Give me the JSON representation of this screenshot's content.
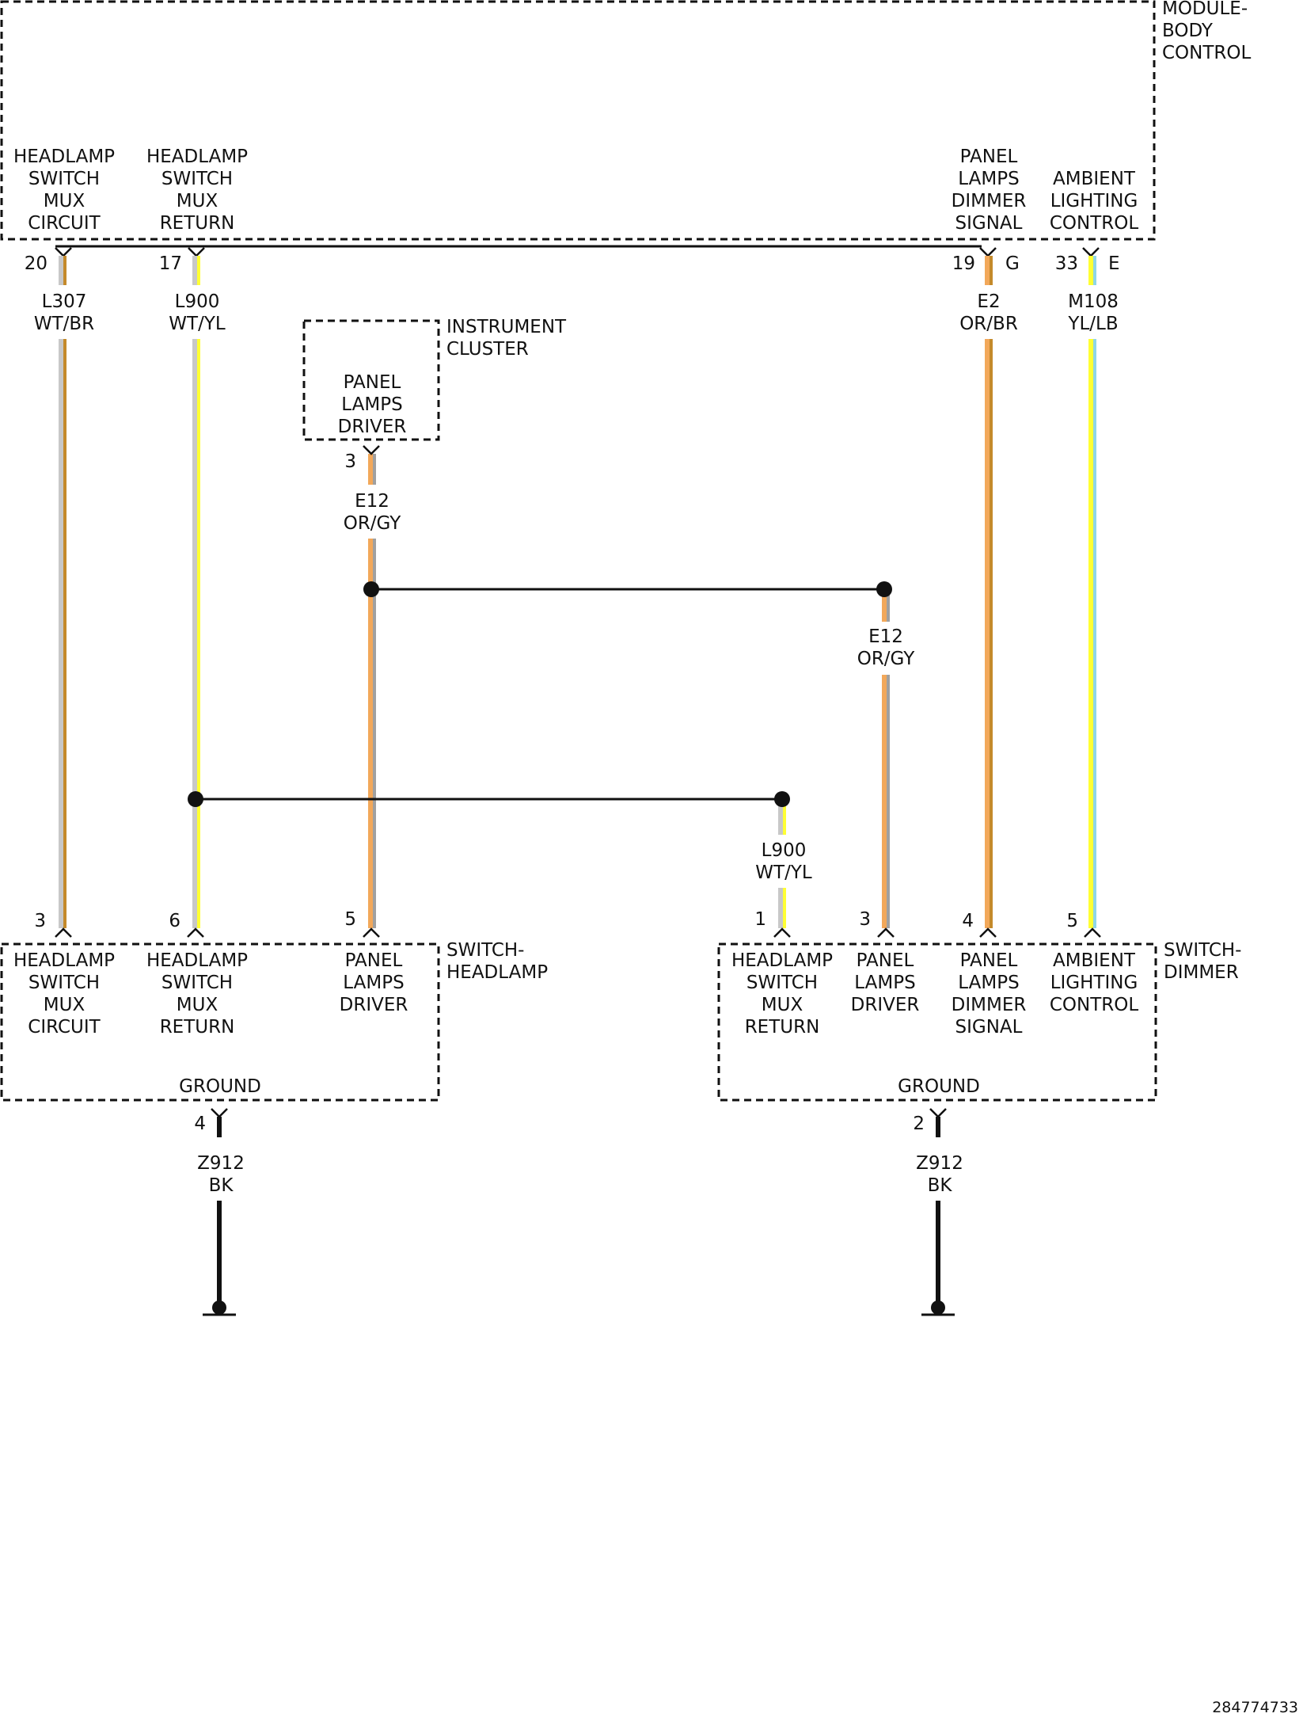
{
  "colors": {
    "wt": "#c8c8c8",
    "br": "#c48a2b",
    "yl": "#ffff33",
    "or": "#f2a85a",
    "gy": "#a0a0a0",
    "lb": "#8fd6e6",
    "bk": "#111111"
  },
  "bcm": {
    "title": [
      "MODULE-",
      "BODY",
      "CONTROL"
    ],
    "labels": {
      "hs_mux_circuit": [
        "HEADLAMP",
        "SWITCH",
        "MUX",
        "CIRCUIT"
      ],
      "hs_mux_return": [
        "HEADLAMP",
        "SWITCH",
        "MUX",
        "RETURN"
      ],
      "panel_dimmer": [
        "PANEL",
        "LAMPS",
        "DIMMER",
        "SIGNAL"
      ],
      "ambient": [
        "AMBIENT",
        "LIGHTING",
        "CONTROL"
      ]
    },
    "pins": {
      "p20": "20",
      "p17": "17",
      "p19": "19",
      "p19c": "G",
      "p33": "33",
      "p33c": "E"
    }
  },
  "cluster": {
    "title": [
      "INSTRUMENT",
      "CLUSTER"
    ],
    "label": [
      "PANEL",
      "LAMPS",
      "DRIVER"
    ],
    "pin": "3"
  },
  "wires": {
    "l307": [
      "L307",
      "WT/BR"
    ],
    "l900a": [
      "L900",
      "WT/YL"
    ],
    "e2": [
      "E2",
      "OR/BR"
    ],
    "m108": [
      "M108",
      "YL/LB"
    ],
    "e12a": [
      "E12",
      "OR/GY"
    ],
    "e12b": [
      "E12",
      "OR/GY"
    ],
    "l900b": [
      "L900",
      "WT/YL"
    ],
    "z912a": [
      "Z912",
      "BK"
    ],
    "z912b": [
      "Z912",
      "BK"
    ]
  },
  "sw_headlamp": {
    "title": [
      "SWITCH-",
      "HEADLAMP"
    ],
    "labels": {
      "hs_mux_circuit": [
        "HEADLAMP",
        "SWITCH",
        "MUX",
        "CIRCUIT"
      ],
      "hs_mux_return": [
        "HEADLAMP",
        "SWITCH",
        "MUX",
        "RETURN"
      ],
      "panel_driver": [
        "PANEL",
        "LAMPS",
        "DRIVER"
      ],
      "ground": [
        "GROUND"
      ]
    },
    "pins": {
      "p3": "3",
      "p6": "6",
      "p5": "5",
      "pg": "4"
    }
  },
  "sw_dimmer": {
    "title": [
      "SWITCH-",
      "DIMMER"
    ],
    "labels": {
      "hs_mux_return": [
        "HEADLAMP",
        "SWITCH",
        "MUX",
        "RETURN"
      ],
      "panel_driver": [
        "PANEL",
        "LAMPS",
        "DRIVER"
      ],
      "panel_dimmer": [
        "PANEL",
        "LAMPS",
        "DIMMER",
        "SIGNAL"
      ],
      "ambient": [
        "AMBIENT",
        "LIGHTING",
        "CONTROL"
      ],
      "ground": [
        "GROUND"
      ]
    },
    "pins": {
      "p1": "1",
      "p3": "3",
      "p4": "4",
      "p5": "5",
      "pg": "2"
    }
  },
  "doc_id": "284774733"
}
